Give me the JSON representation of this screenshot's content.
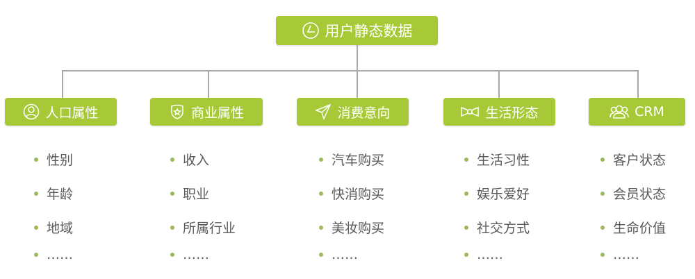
{
  "root": {
    "label": "用户静态数据",
    "icon": "pie-chart-icon"
  },
  "colors": {
    "accent": "#a8c937",
    "line": "#a9a9a9",
    "text": "#5a5a5a",
    "bullet": "#9cba5a"
  },
  "categories": [
    {
      "label": "人口属性",
      "icon": "user-icon",
      "items": [
        "性别",
        "年龄",
        "地域",
        "……"
      ]
    },
    {
      "label": "商业属性",
      "icon": "shield-star-icon",
      "items": [
        "收入",
        "职业",
        "所属行业",
        "……"
      ]
    },
    {
      "label": "消费意向",
      "icon": "paper-plane-icon",
      "items": [
        "汽车购买",
        "快消购买",
        "美妆购买",
        "……"
      ]
    },
    {
      "label": "生活形态",
      "icon": "bow-tie-icon",
      "items": [
        "生活习性",
        "娱乐爱好",
        "社交方式",
        "……"
      ]
    },
    {
      "label": "CRM",
      "icon": "users-group-icon",
      "items": [
        "客户状态",
        "会员状态",
        "生命价值",
        "……"
      ]
    }
  ]
}
